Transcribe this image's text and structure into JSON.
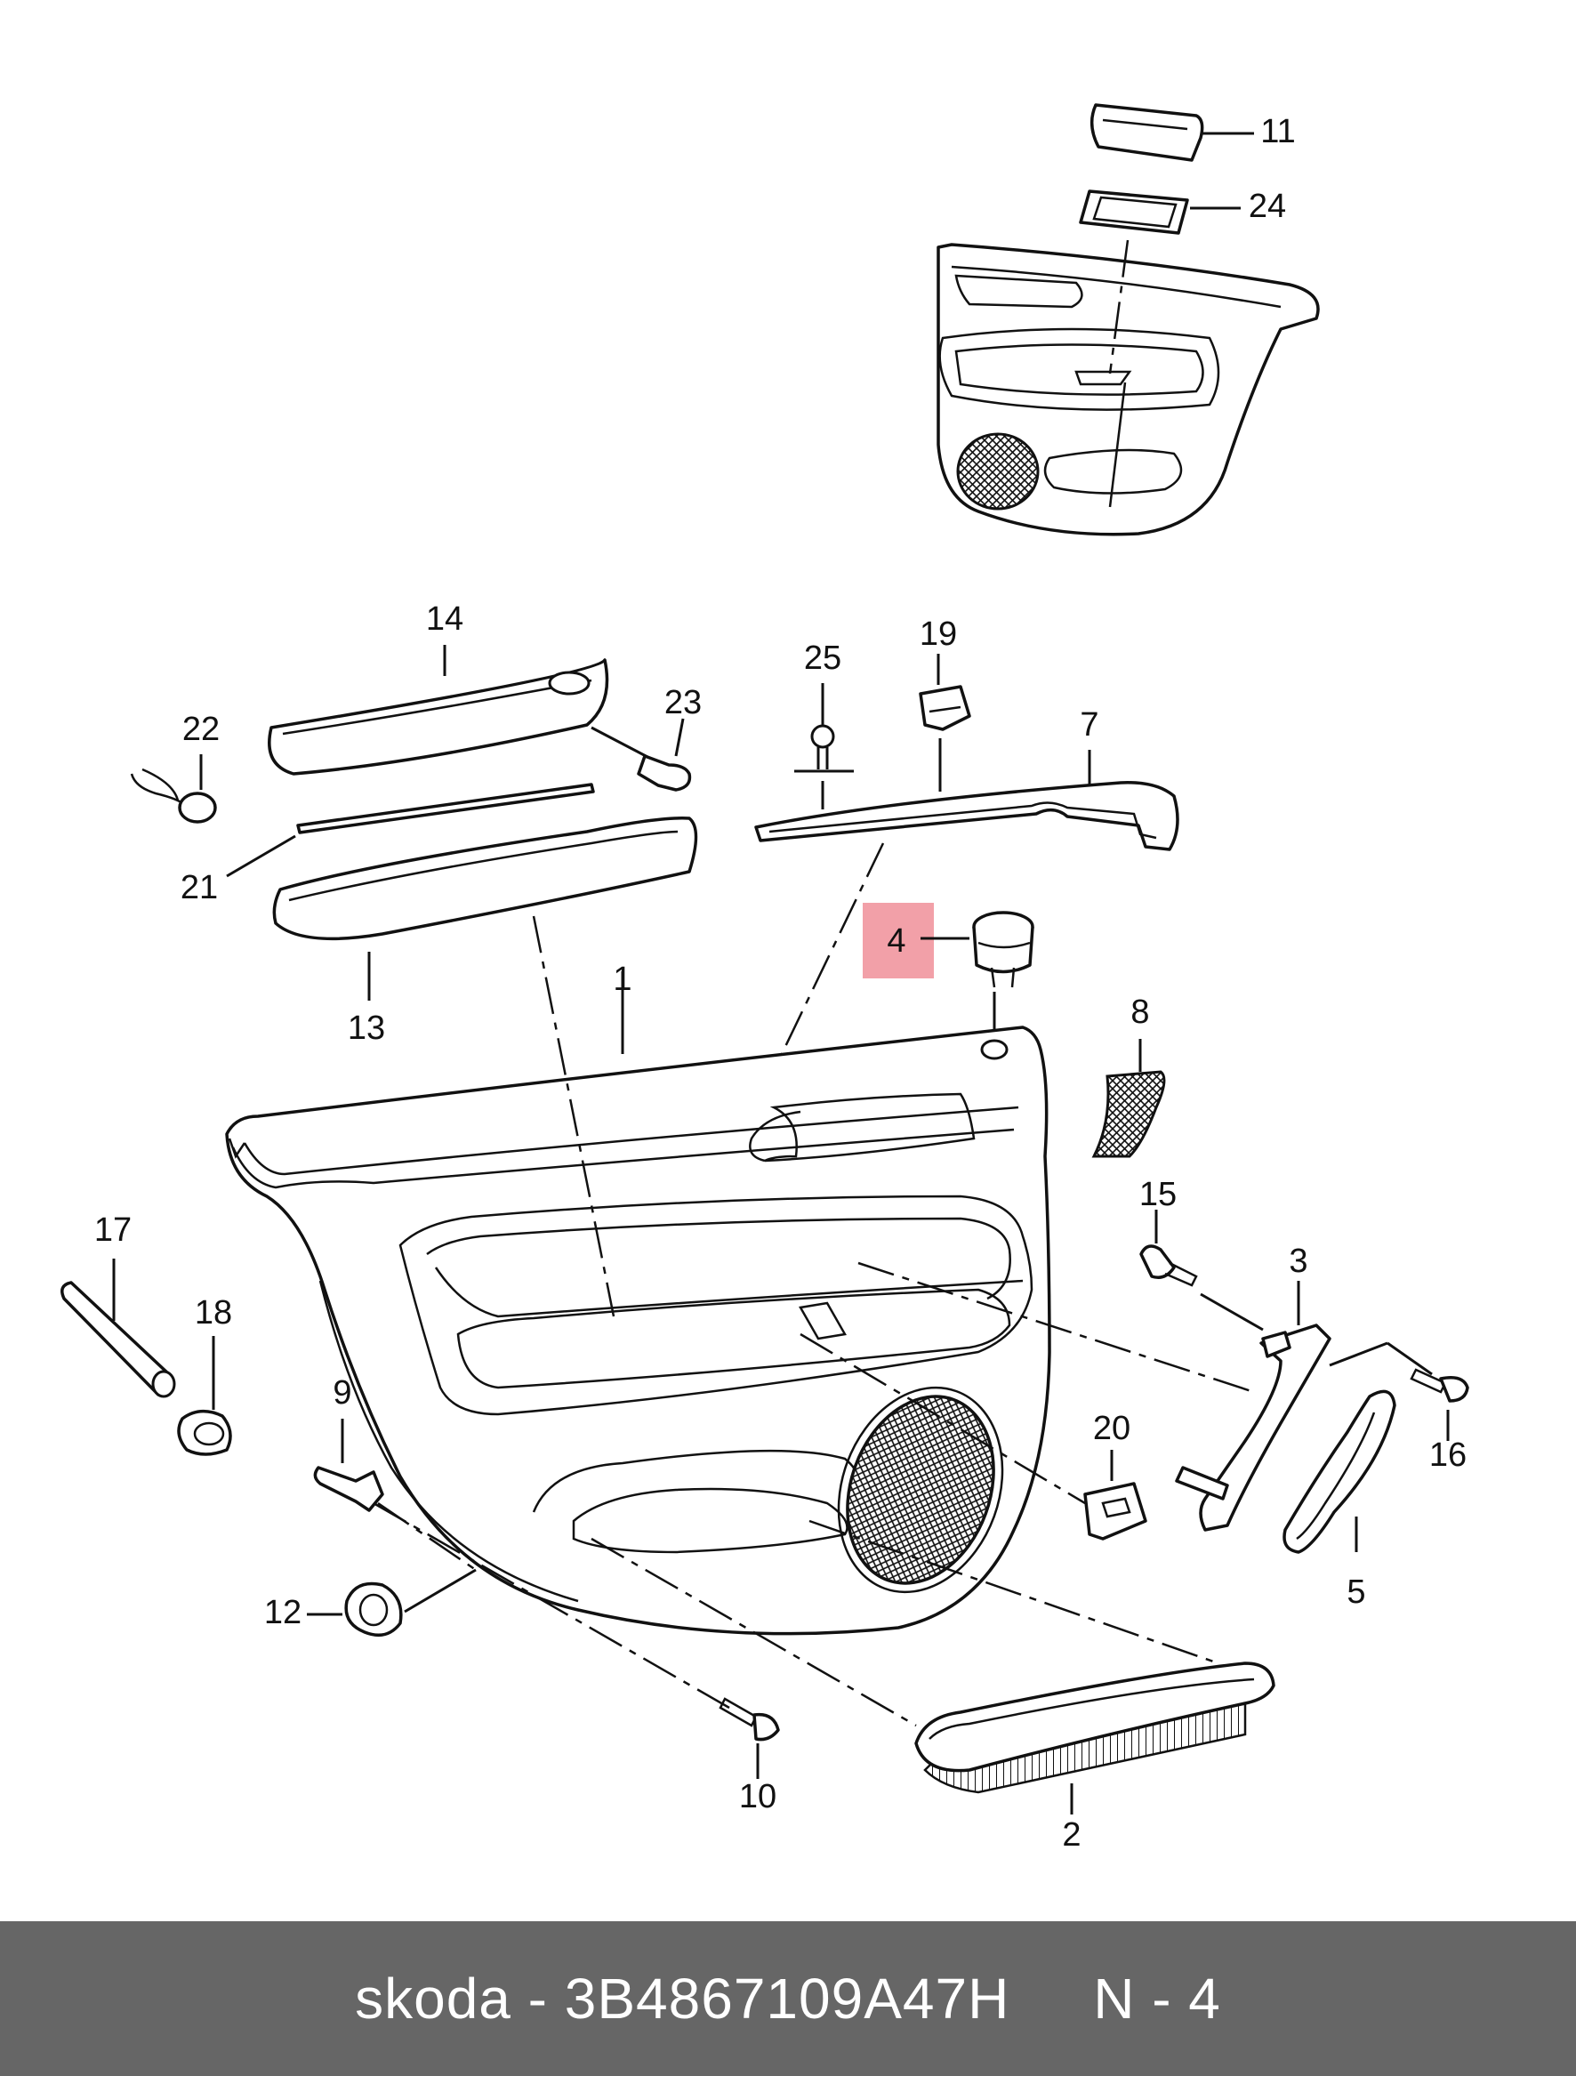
{
  "diagram": {
    "highlight_color": "#f2a0a8",
    "highlighted_part": "4",
    "callouts": [
      "1",
      "2",
      "3",
      "4",
      "5",
      "7",
      "8",
      "9",
      "10",
      "11",
      "12",
      "13",
      "14",
      "15",
      "16",
      "17",
      "18",
      "19",
      "20",
      "21",
      "22",
      "23",
      "24",
      "25"
    ]
  },
  "caption": {
    "brand": "skoda",
    "separator": "-",
    "part_number": "3B4867109A47H",
    "position_label": "N - 4",
    "bar_color": "#666666"
  }
}
